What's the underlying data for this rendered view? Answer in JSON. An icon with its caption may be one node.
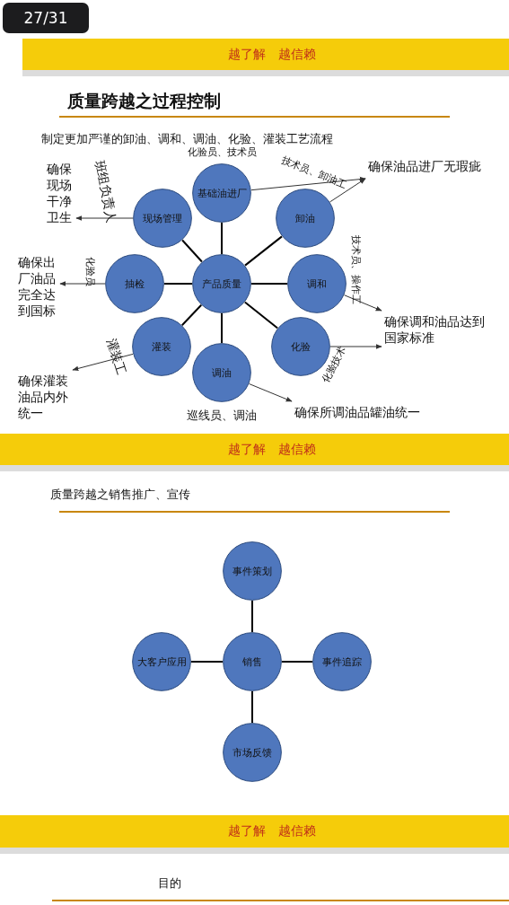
{
  "diagram": {
    "nodes": [
      {
        "text": [
          "产品质量"
        ]
      },
      {
        "text": [
          "基础油进厂"
        ],
        "beside": [
          "化验员、技术员"
        ]
      },
      {
        "text": [
          "卸油"
        ]
      },
      {
        "text": [
          "现场管理"
        ]
      },
      {
        "text": [
          "抽检"
        ]
      },
      {
        "text": [
          "调和"
        ]
      },
      {
        "text": [
          "灌装"
        ]
      },
      {
        "text": [
          "化验"
        ]
      },
      {
        "text": [
          "调油"
        ],
        "beside": [
          "巡线员、调油"
        ]
      },
      {
        "text": [
          "确保油品进厂无瑕疵"
        ]
      },
      {
        "text": [
          "确保现场干净卫生"
        ]
      },
      {
        "text": [
          "确保出厂油品完全达到国标"
        ]
      },
      {
        "text": [
          "确保调和油品达到国家标准"
        ]
      },
      {
        "text": [
          "确保灌装油品内外统一"
        ]
      },
      {
        "text": [
          "确保所调油品罐油统一"
        ]
      },
      {
        "text": [
          "销售"
        ]
      },
      {
        "text": [
          "事件策划"
        ]
      },
      {
        "text": [
          "大客户应用"
        ]
      },
      {
        "text": [
          "事件追踪"
        ]
      },
      {
        "text": [
          "市场反馈"
        ]
      }
    ],
    "edges": [
      {
        "from": 0,
        "to": 1,
        "arrow": "none"
      },
      {
        "from": 0,
        "to": 2,
        "arrow": "none"
      },
      {
        "from": 0,
        "to": 3,
        "arrow": "none"
      },
      {
        "from": 0,
        "to": 4,
        "arrow": "none"
      },
      {
        "from": 0,
        "to": 5,
        "arrow": "none"
      },
      {
        "from": 0,
        "to": 6,
        "arrow": "none"
      },
      {
        "from": 0,
        "to": 7,
        "arrow": "none"
      },
      {
        "from": 0,
        "to": 8,
        "arrow": "none"
      },
      {
        "from": 1,
        "to": 9,
        "arrow": "to",
        "label": "技术员、卸油工"
      },
      {
        "from": 2,
        "to": 9,
        "arrow": "to"
      },
      {
        "from": 3,
        "to": 10,
        "arrow": "to",
        "label": "班组负责人"
      },
      {
        "from": 4,
        "to": 11,
        "arrow": "to",
        "label": "化验员"
      },
      {
        "from": 5,
        "to": 12,
        "arrow": "to",
        "label": "技术员、操作工"
      },
      {
        "from": 7,
        "to": 12,
        "arrow": "to",
        "label": "化验技术"
      },
      {
        "from": 6,
        "to": 13,
        "arrow": "to",
        "label": "灌装工"
      },
      {
        "from": 8,
        "to": 14,
        "arrow": "to"
      },
      {
        "from": 15,
        "to": 16,
        "arrow": "none"
      },
      {
        "from": 15,
        "to": 17,
        "arrow": "none"
      },
      {
        "from": 15,
        "to": 18,
        "arrow": "none"
      },
      {
        "from": 15,
        "to": 19,
        "arrow": "none"
      }
    ],
    "labels": [
      "27/31",
      "越了解　越信赖",
      "质量跨越之过程控制",
      "制定更加严谨的卸油、调和、调油、化验、灌装工艺流程",
      "越了解　越信赖",
      "质量跨越之销售推广、宣传",
      "越了解　越信赖",
      "目的"
    ]
  }
}
